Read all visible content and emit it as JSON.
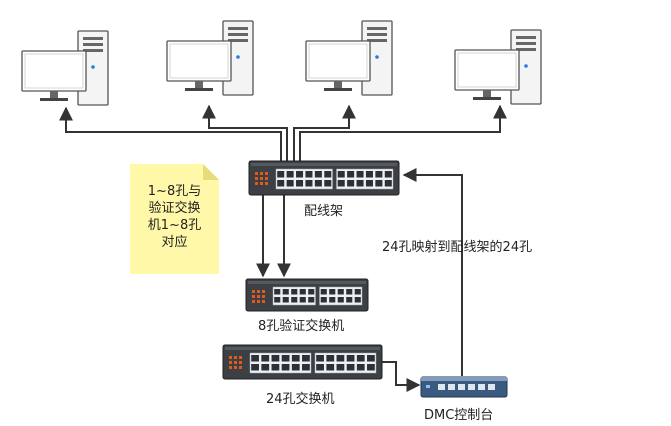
{
  "labels": {
    "patch_panel": "配线架",
    "verify_switch": "8孔验证交换机",
    "switch_24": "24孔交换机",
    "dmc": "DMC控制台",
    "mapping_note": "24孔映射到配线架的24孔"
  },
  "sticky_note": {
    "text": "1~8孔与\n验证交换\n机1~8孔\n对应"
  },
  "colors": {
    "line": "#333333",
    "device_dark": "#3c3f44",
    "port_light": "#eef1f4",
    "led_orange": "#e05a1c",
    "dmc_blue": "#3a5a80",
    "note_yellow": "#fff8a8"
  },
  "computers": [
    {
      "name": "computer-1"
    },
    {
      "name": "computer-2"
    },
    {
      "name": "computer-3"
    },
    {
      "name": "computer-4"
    }
  ]
}
